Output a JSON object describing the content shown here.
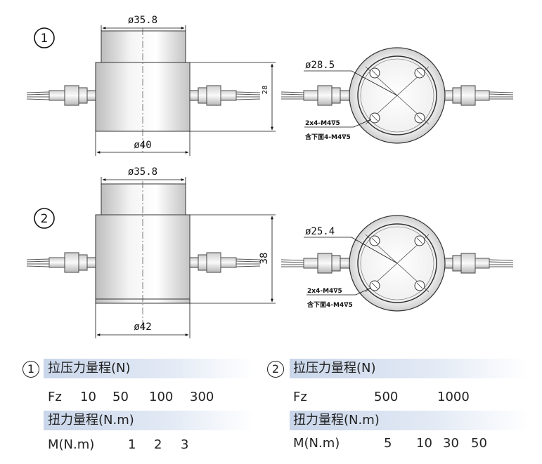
{
  "diagram": {
    "model1_marker": "1",
    "model2_marker": "2",
    "m1_top_dia": "ø35.8",
    "m1_bottom_dia": "ø40",
    "m1_height": "28",
    "m1_pcd": "ø28.5",
    "m1_hole_note_1": "2x4-M4∇5",
    "m1_hole_note_2": "含下面4-M4∇5",
    "m2_top_dia": "ø35.8",
    "m2_bottom_dia": "ø42",
    "m2_height": "38",
    "m2_pcd": "ø25.4",
    "m2_hole_note_1": "2x4-M4∇5",
    "m2_hole_note_2": "含下面4-M4∇5"
  },
  "specs": {
    "left": {
      "marker": "1",
      "range_title": "拉压力量程(N)",
      "fz_label": "Fz",
      "fz_values": [
        "10",
        "50",
        "100",
        "300"
      ],
      "torque_title": "扭力量程(N.m)",
      "m_label": "M(N.m)",
      "m_values": [
        "1",
        "2",
        "3"
      ]
    },
    "right": {
      "marker": "2",
      "range_title": "拉压力量程(N)",
      "fz_label": "Fz",
      "fz_values": [
        "500",
        "1000"
      ],
      "torque_title": "扭力量程(N.m)",
      "m_label": "M(N.m)",
      "m_values": [
        "5",
        "10",
        "30",
        "50"
      ]
    }
  }
}
